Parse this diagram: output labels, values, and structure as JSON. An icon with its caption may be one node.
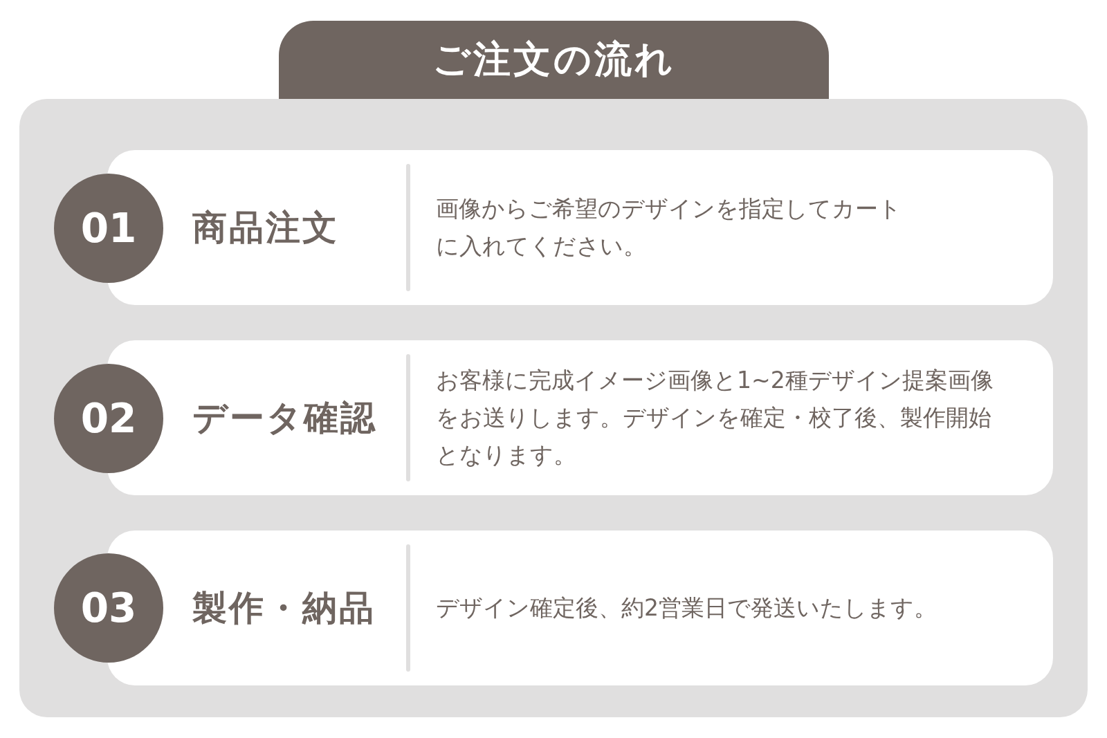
{
  "diagram": {
    "title": "ご注文の流れ",
    "nodes": [
      {
        "text": [
          "01"
        ]
      },
      {
        "text": [
          "商品注文",
          "画像からご希望のデザインを指定してカートに入れてください。"
        ]
      },
      {
        "text": [
          "02"
        ]
      },
      {
        "text": [
          "データ確認",
          "お客様に完成イメージ画像と1~2種デザイン提案画像をお送りします。デザインを確定・校了後、製作開始となります。"
        ]
      },
      {
        "text": [
          "03"
        ]
      },
      {
        "text": [
          "製作・納品",
          "デザイン確定後、約2営業日で発送いたします。"
        ]
      }
    ],
    "edges": []
  }
}
